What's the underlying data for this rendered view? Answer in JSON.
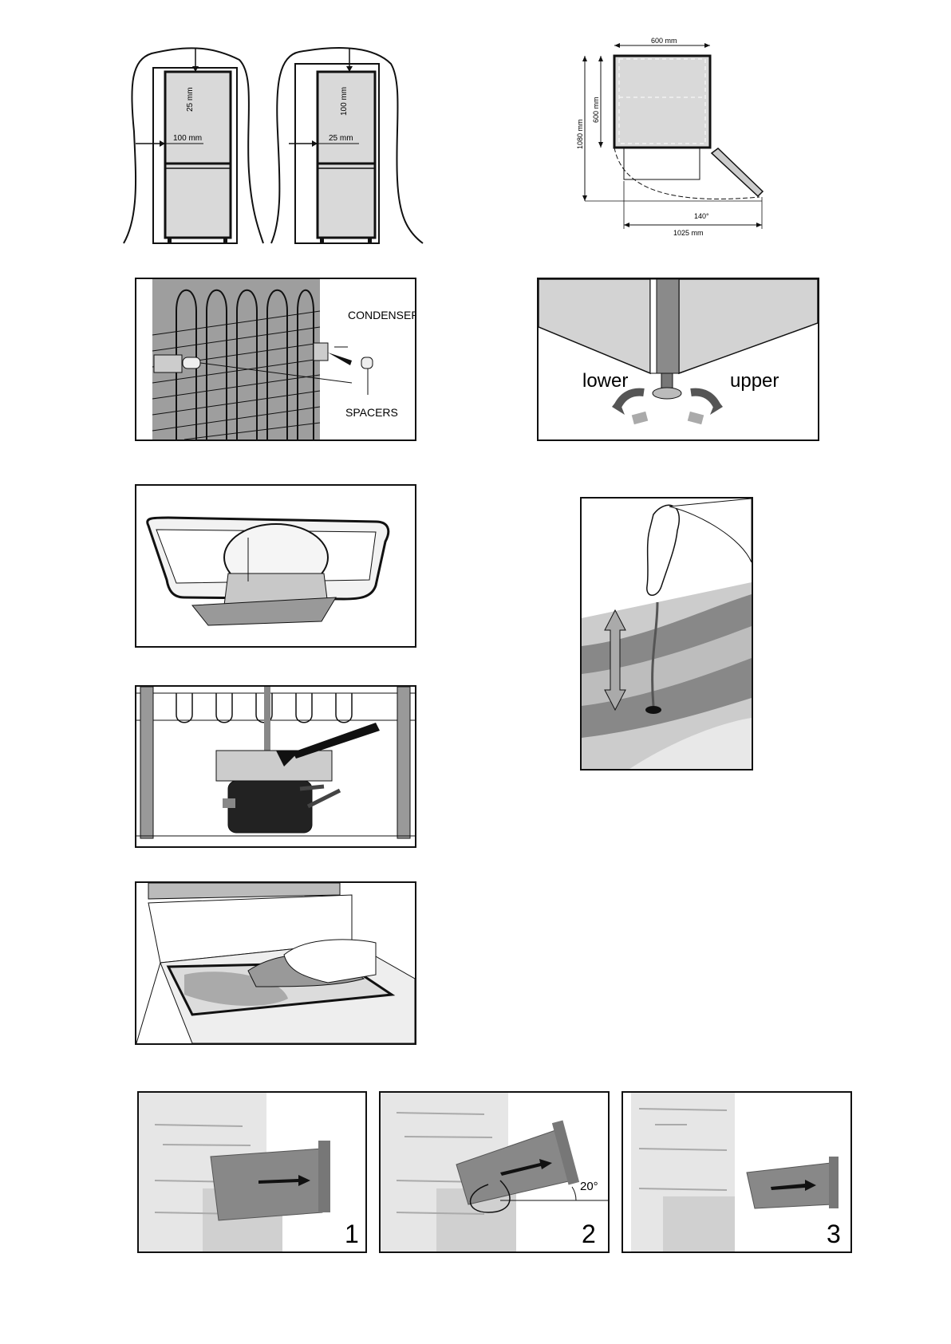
{
  "clearance": {
    "left": {
      "top_label": "25 mm",
      "side_label": "100 mm"
    },
    "right": {
      "top_label": "100 mm",
      "side_label": "25 mm"
    }
  },
  "dimensions": {
    "width_label": "600 mm",
    "depth_label": "600 mm",
    "total_depth_label": "1080 mm",
    "angle_label": "140°",
    "swing_label": "1025 mm"
  },
  "condenser": {
    "condenser_label": "CONDENSER",
    "spacers_label": "SPACERS"
  },
  "feet": {
    "lower_label": "lower",
    "upper_label": "upper"
  },
  "steps": [
    {
      "number": "1"
    },
    {
      "number": "2",
      "angle_label": "20°"
    },
    {
      "number": "3"
    }
  ],
  "colors": {
    "panel_gray": "#b3b3b3",
    "light_gray": "#d9d9d9",
    "dark_gray": "#555555"
  }
}
